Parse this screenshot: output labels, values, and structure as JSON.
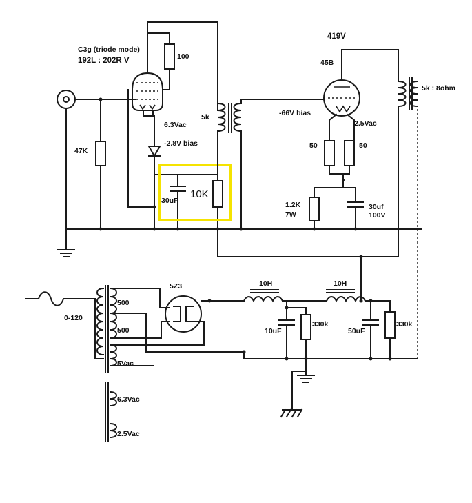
{
  "labels": {
    "preamp_tube": "C3g (triode mode)",
    "preamp_voltage": "192L : 202R V",
    "r_100": "100",
    "r_47k": "47K",
    "heater_63": "6.3Vac",
    "bias_pre": "-2.8V bias",
    "cap_30uf": "30uF",
    "r_10k": "10K",
    "interstage_5k": "5k",
    "b_plus": "419V",
    "power_tube": "45B",
    "bias_power": "-66V bias",
    "heater_25": "2.5Vac",
    "r_50_left": "50",
    "r_50_right": "50",
    "r_12k": "1.2K",
    "r_12k_watt": "7W",
    "cap_30uf_out": "30uf",
    "cap_30uf_volt": "100V",
    "output_xfmr": "5k : 8ohm",
    "rectifier": "5Z3",
    "choke_1": "10H",
    "choke_2": "10H",
    "cap_10uf": "10uF",
    "r_330k_1": "330k",
    "cap_50uf": "50uF",
    "r_330k_2": "330k",
    "mains": "0-120",
    "ht_500_top": "500",
    "ht_500_bot": "500",
    "fil_5v": "5Vac",
    "fil_63": "6.3Vac",
    "fil_25": "2.5Vac"
  },
  "highlight_color": "#f5e300",
  "wire_color": "#1a1a1a"
}
